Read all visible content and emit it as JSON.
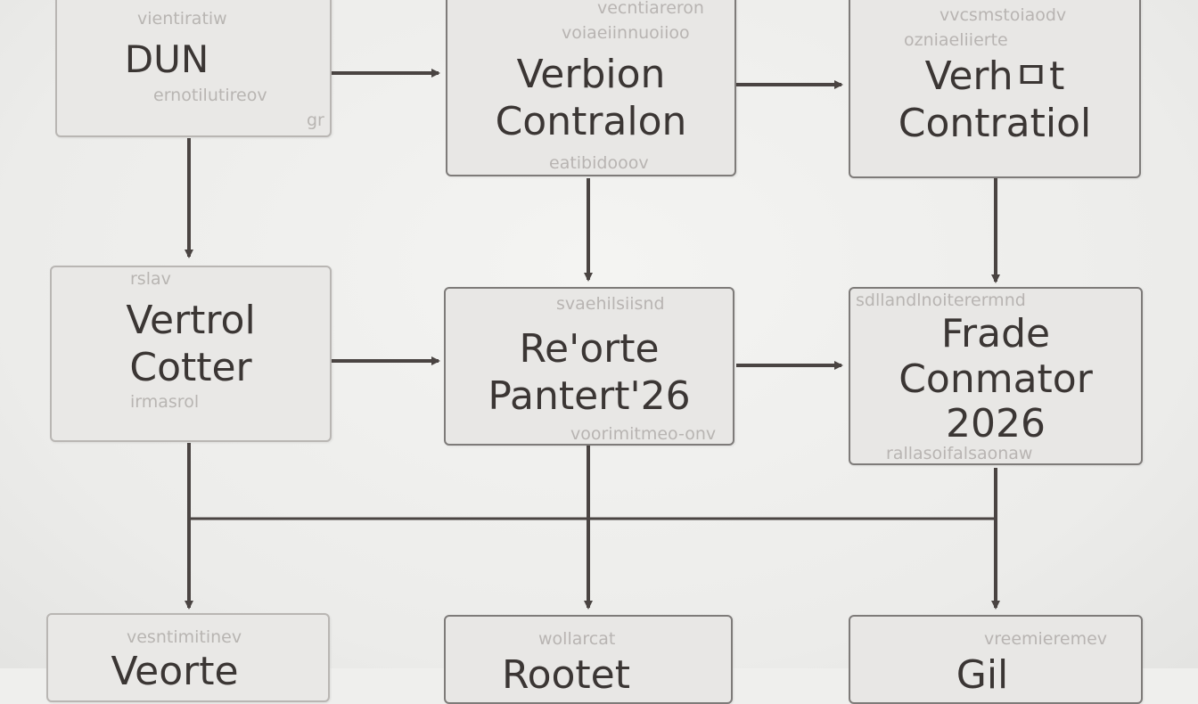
{
  "nodes": {
    "n1": {
      "label": "DUN",
      "ghost": [
        "vientiratiw",
        "ernotilutireov",
        "gr"
      ]
    },
    "n2": {
      "label": "Verbion\nContralon",
      "ghost": [
        "vecntiareron",
        "voiaeiinnuoiioo",
        "eatibidooov"
      ]
    },
    "n3": {
      "label": "Verhㅁt\nContratiol",
      "ghost": [
        "vvcsmstoiaodv",
        "ozniaeliierte"
      ]
    },
    "n4": {
      "label": "Vertrol\nCotter",
      "ghost": [
        "rslav",
        "irmasrol"
      ]
    },
    "n5": {
      "label": "Re'orte\nPantert'26",
      "ghost": [
        "svaehilsiisnd",
        "voorimitmeo-onv"
      ]
    },
    "n6": {
      "label": "Frade\nConmator\n2026",
      "ghost": [
        "sdllandlnoiterermnd",
        "rallasoifalsaonaw"
      ]
    },
    "n7": {
      "label": "Veorte",
      "ghost": [
        "vesntimitinev"
      ]
    },
    "n8": {
      "label": "Rootet",
      "ghost": [
        "wollarcat"
      ]
    },
    "n9": {
      "label": "Gil",
      "ghost": [
        "vreemieremev"
      ]
    }
  }
}
